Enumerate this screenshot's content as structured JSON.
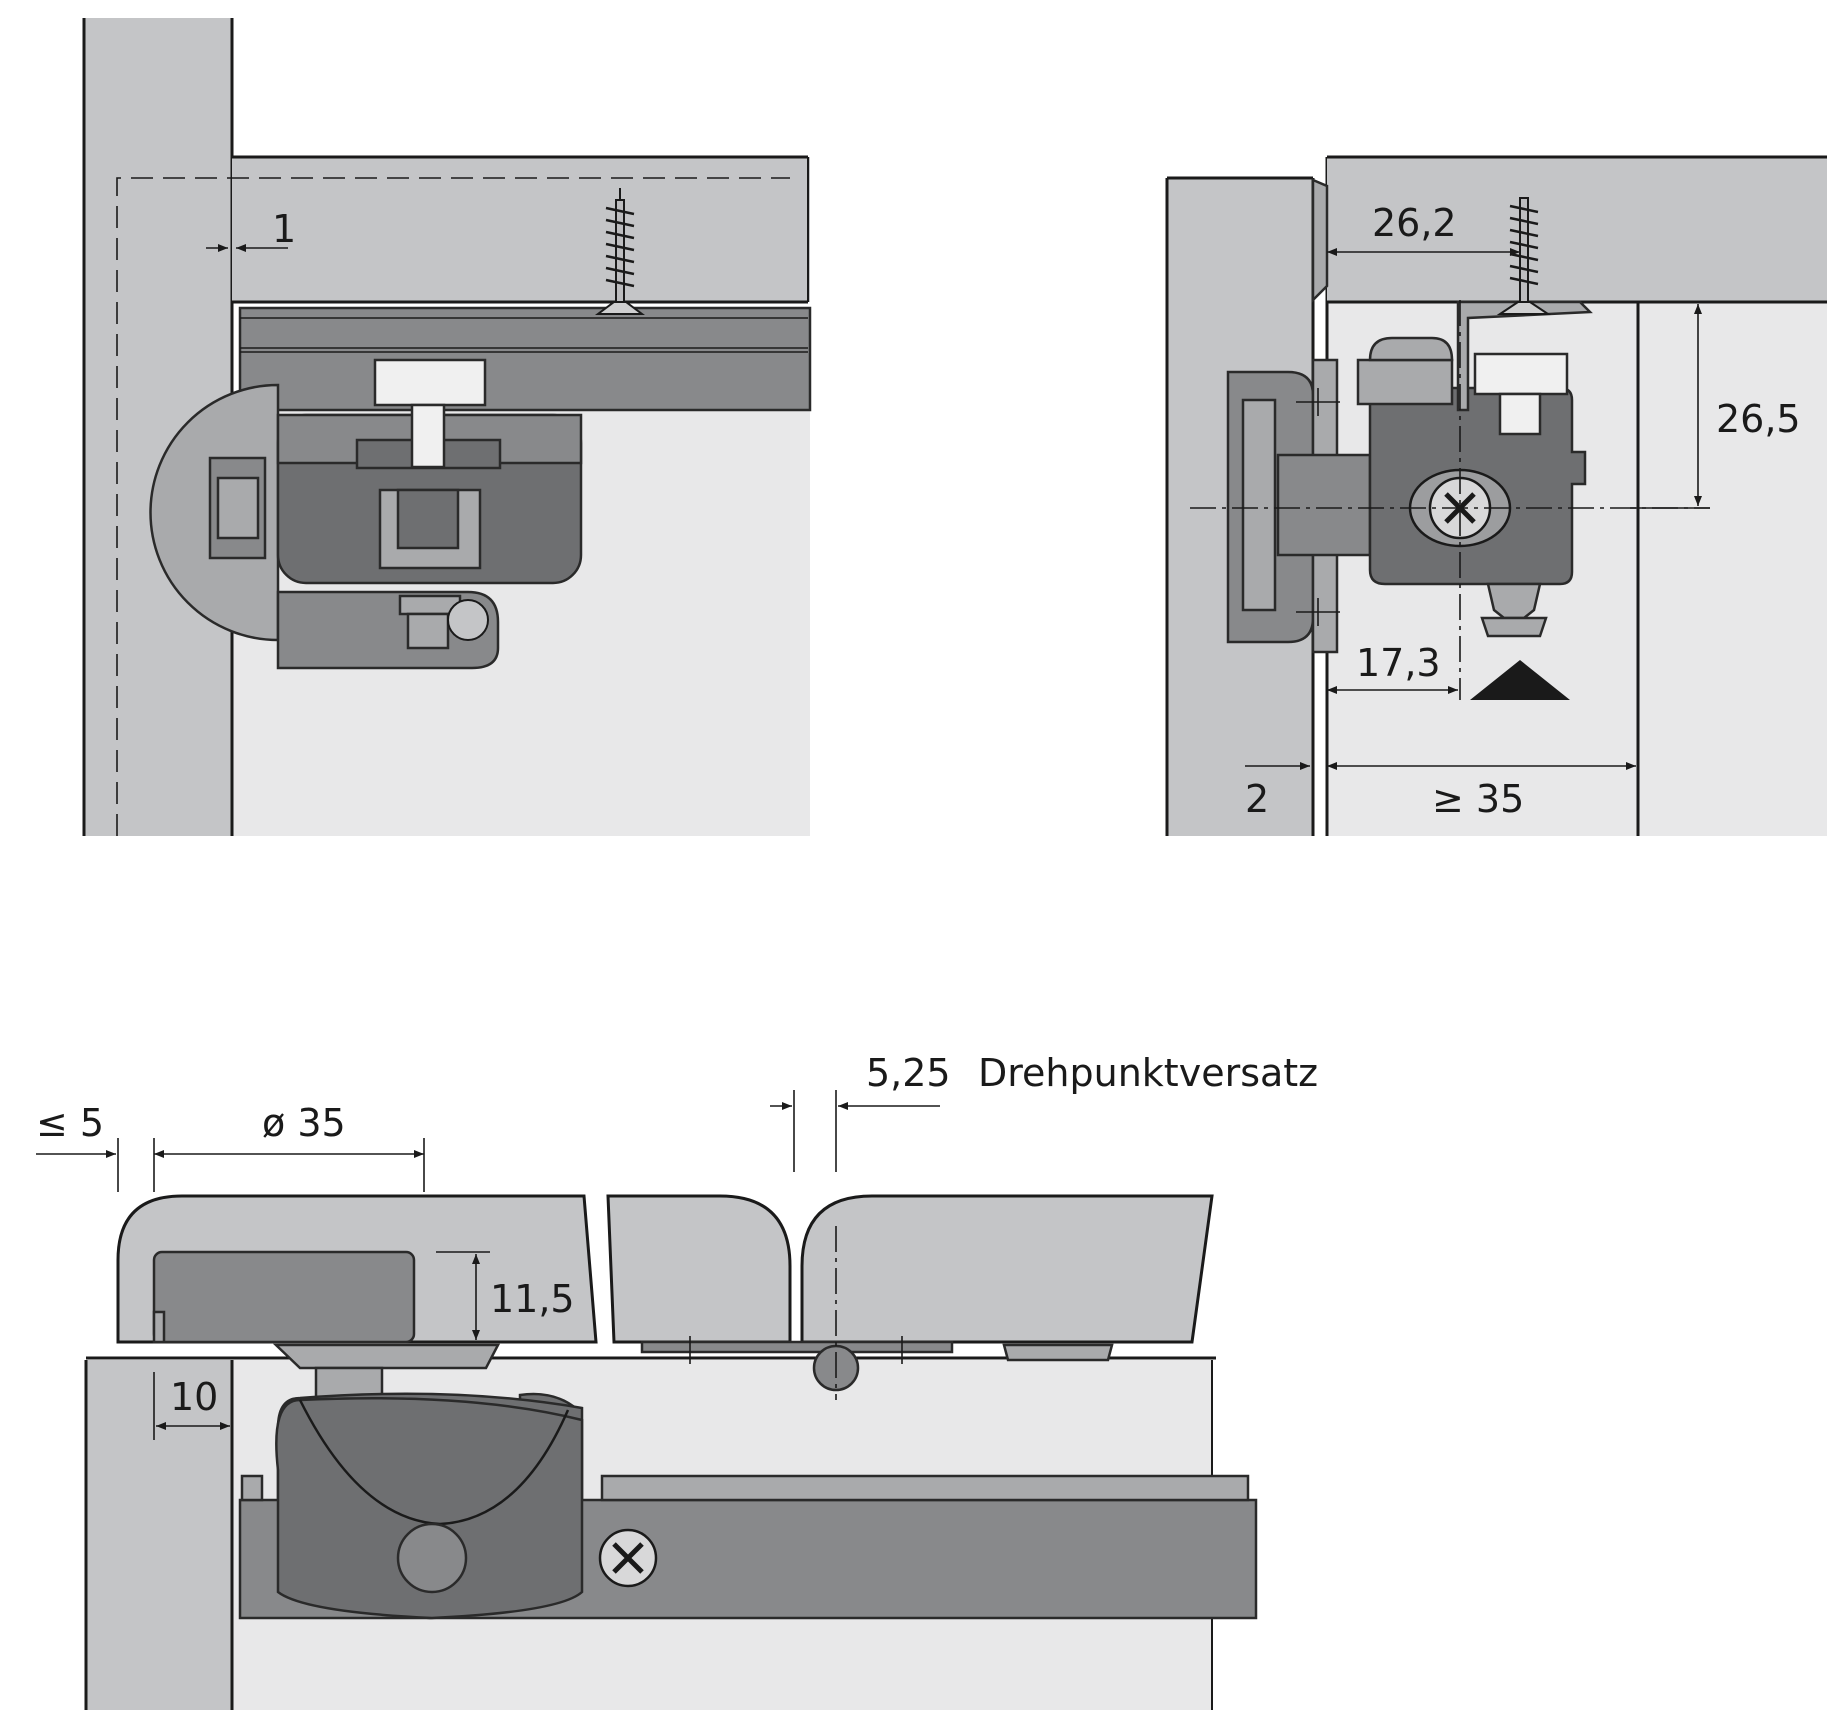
{
  "top_left": {
    "gap_dim": "1"
  },
  "top_right": {
    "horizontal_dim": "26,2",
    "vertical_dim": "26,5",
    "offset_dim": "17,3",
    "min_width_dim": "≥  35",
    "overlay_dim": "2"
  },
  "bottom": {
    "edge_dim": "≤  5",
    "bore_dim": "ø 35",
    "depth_dim": "11,5",
    "side_dim": "10",
    "pivot_dim": "5,25",
    "pivot_label": "Drehpunktversatz"
  },
  "colors": {
    "panel": "#c4c5c7",
    "cabinet": "#e8e8e9",
    "metal_dark": "#6e6f71",
    "metal_mid": "#88898b",
    "line": "#1a1a1a"
  }
}
